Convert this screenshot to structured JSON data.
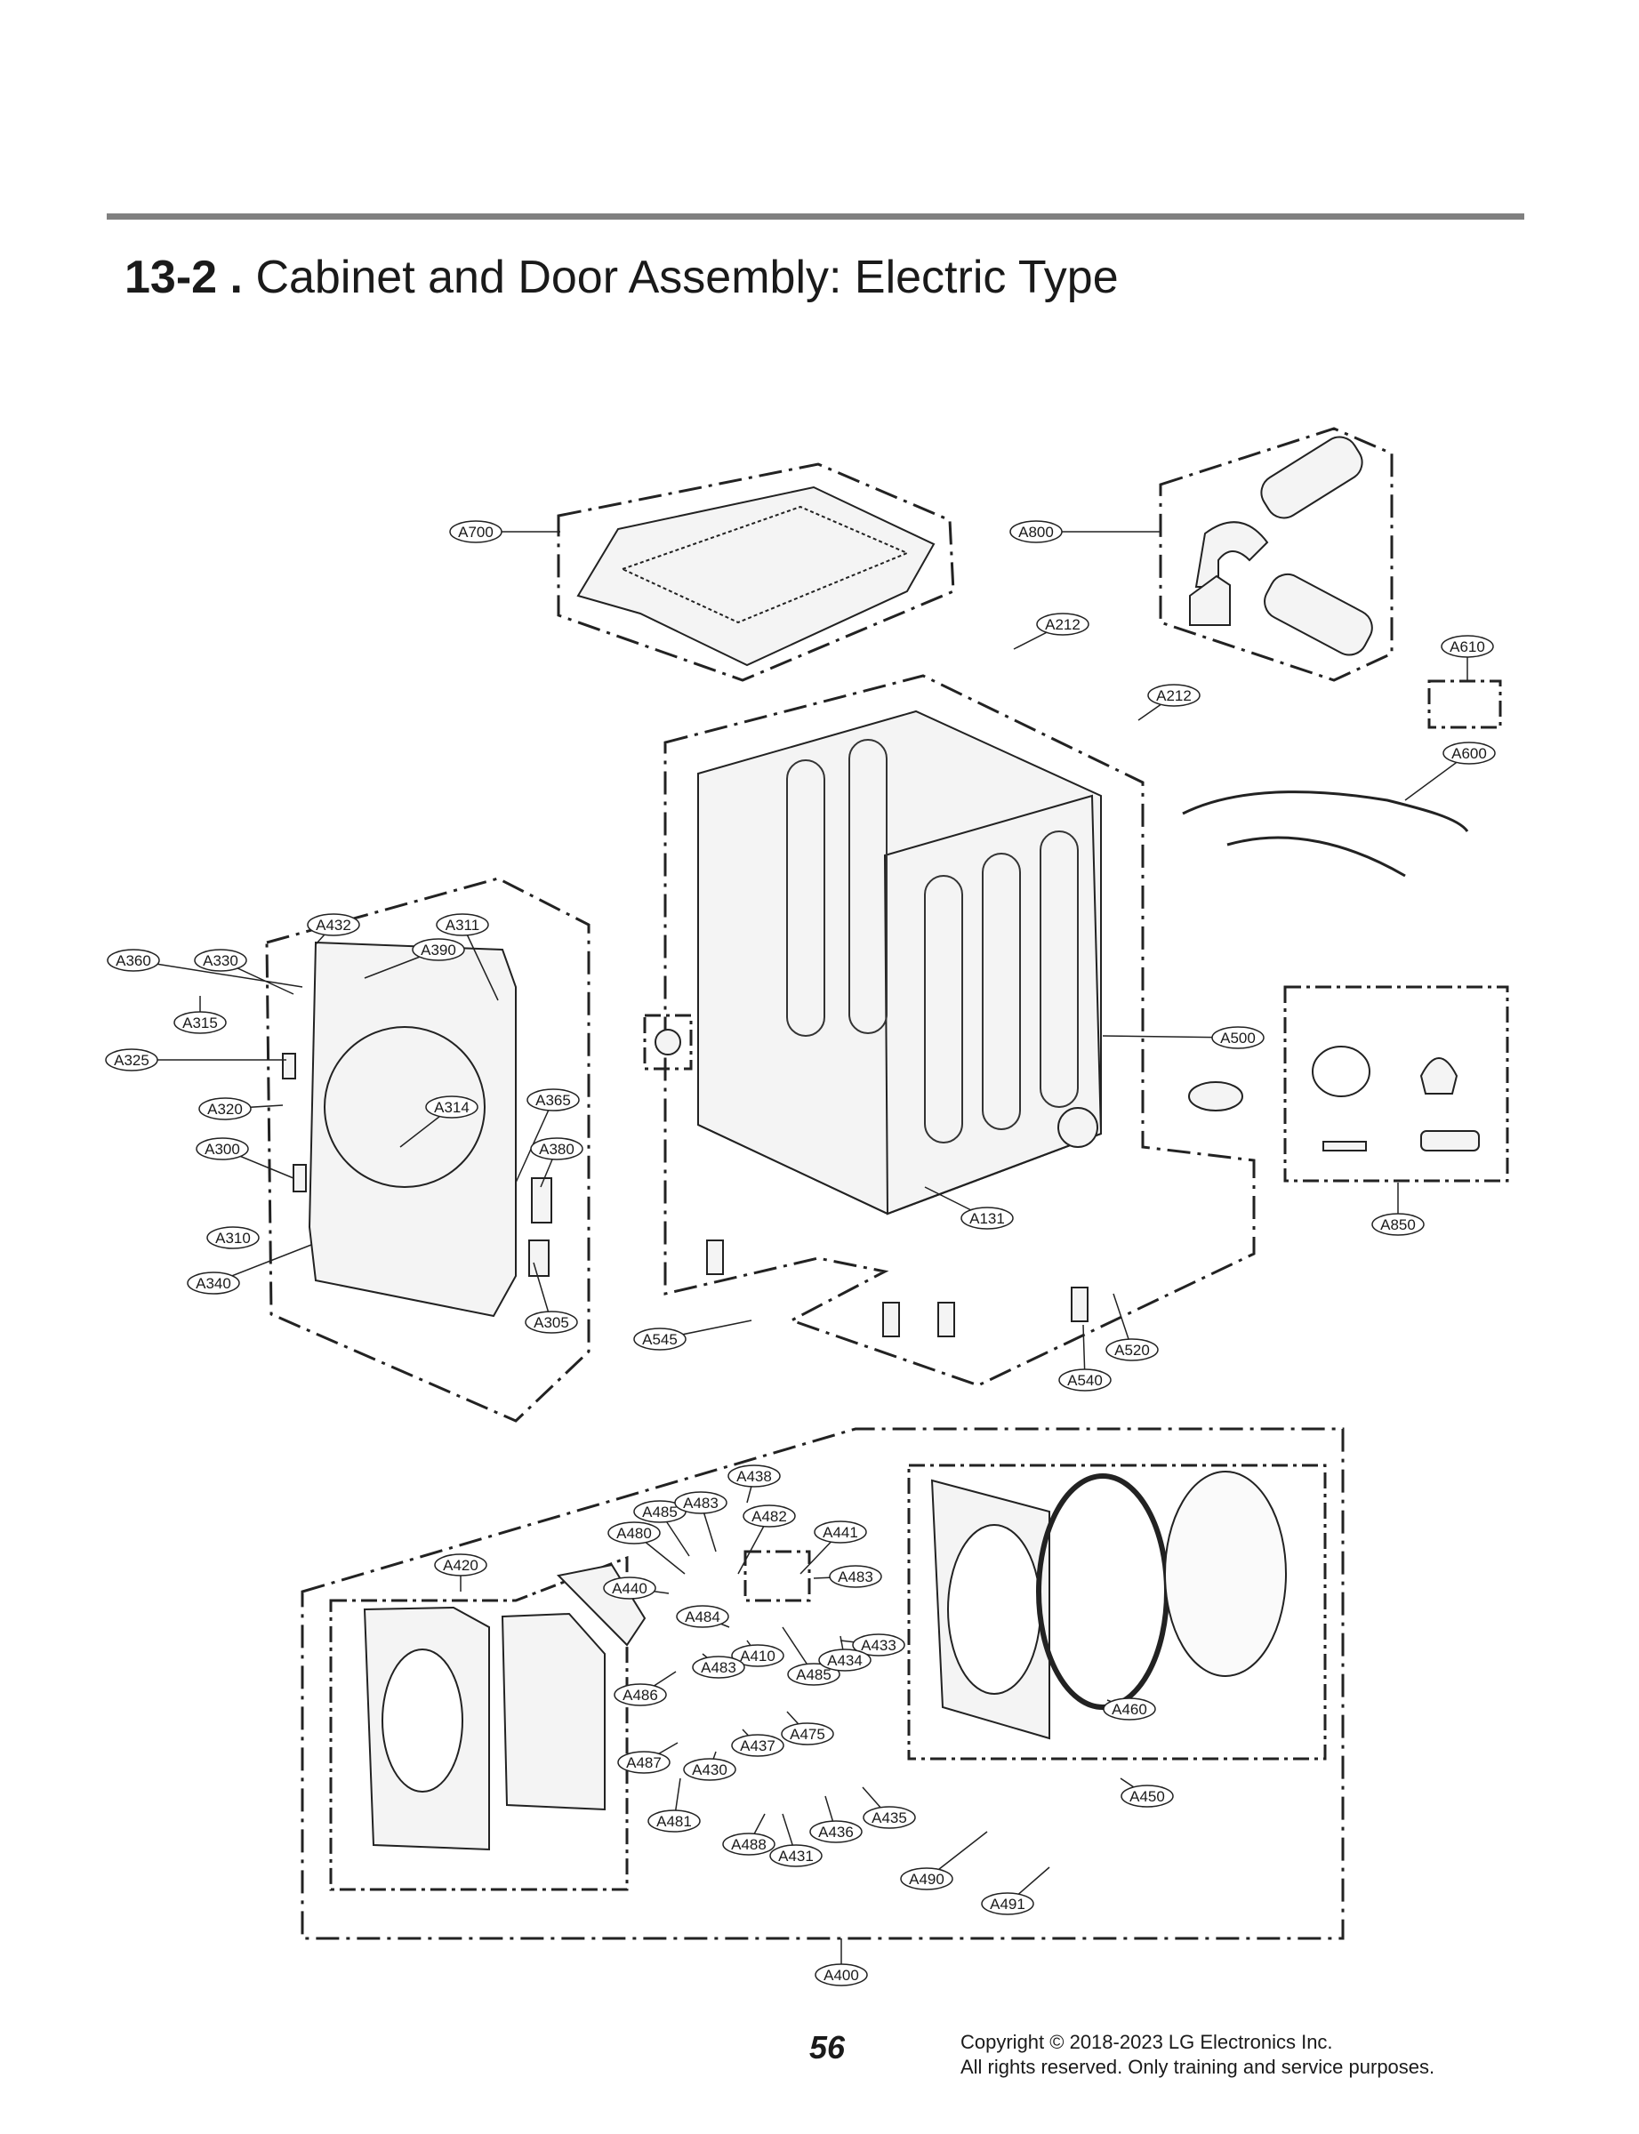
{
  "header": {
    "section_number": "13-2 .",
    "section_title": "Cabinet and Door Assembly: Electric Type"
  },
  "callouts": [
    {
      "id": "A700"
    },
    {
      "id": "A800"
    },
    {
      "id": "A212"
    },
    {
      "id": "A212"
    },
    {
      "id": "A610"
    },
    {
      "id": "A600"
    },
    {
      "id": "A432"
    },
    {
      "id": "A311"
    },
    {
      "id": "A390"
    },
    {
      "id": "A360"
    },
    {
      "id": "A330"
    },
    {
      "id": "A315"
    },
    {
      "id": "A325"
    },
    {
      "id": "A320"
    },
    {
      "id": "A314"
    },
    {
      "id": "A365"
    },
    {
      "id": "A300"
    },
    {
      "id": "A380"
    },
    {
      "id": "A310"
    },
    {
      "id": "A340"
    },
    {
      "id": "A305"
    },
    {
      "id": "A500"
    },
    {
      "id": "A131"
    },
    {
      "id": "A850"
    },
    {
      "id": "A545"
    },
    {
      "id": "A520"
    },
    {
      "id": "A540"
    },
    {
      "id": "A438"
    },
    {
      "id": "A485"
    },
    {
      "id": "A483"
    },
    {
      "id": "A482"
    },
    {
      "id": "A480"
    },
    {
      "id": "A441"
    },
    {
      "id": "A420"
    },
    {
      "id": "A440"
    },
    {
      "id": "A483"
    },
    {
      "id": "A484"
    },
    {
      "id": "A410"
    },
    {
      "id": "A433"
    },
    {
      "id": "A483"
    },
    {
      "id": "A485"
    },
    {
      "id": "A434"
    },
    {
      "id": "A486"
    },
    {
      "id": "A475"
    },
    {
      "id": "A437"
    },
    {
      "id": "A460"
    },
    {
      "id": "A487"
    },
    {
      "id": "A430"
    },
    {
      "id": "A450"
    },
    {
      "id": "A481"
    },
    {
      "id": "A435"
    },
    {
      "id": "A436"
    },
    {
      "id": "A488"
    },
    {
      "id": "A431"
    },
    {
      "id": "A490"
    },
    {
      "id": "A491"
    },
    {
      "id": "A400"
    }
  ],
  "footer": {
    "page_number": "56",
    "copyright": "Copyright © 2018-2023 LG Electronics Inc.",
    "rights": "All rights reserved. Only training and service purposes."
  }
}
